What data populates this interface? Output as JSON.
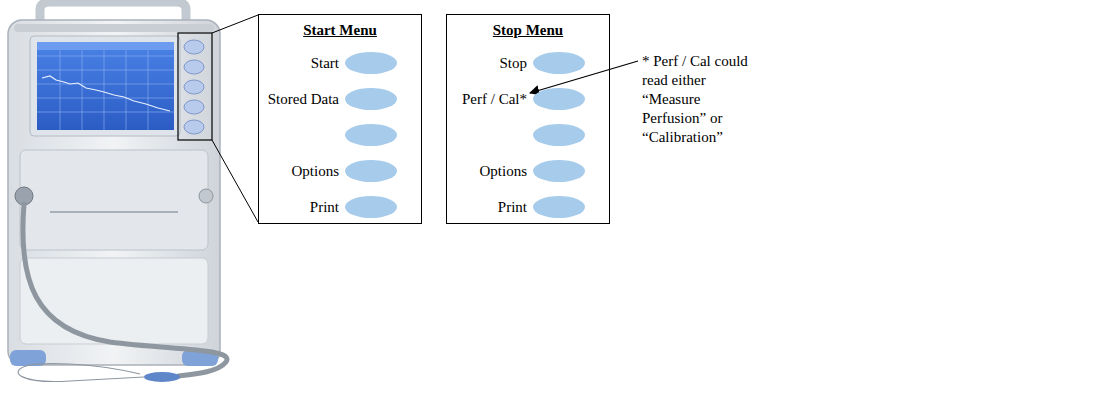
{
  "diagram": {
    "nodes": [
      {
        "text": [
          "Start Menu",
          "Start",
          "Stored Data",
          "Options",
          "Print"
        ]
      },
      {
        "text": [
          "Stop Menu",
          "Stop",
          "Perf / Cal*",
          "Options",
          "Print"
        ]
      }
    ],
    "labels": [
      "* Perf / Cal could read either “Measure Perfusion” or “Calibration”"
    ]
  }
}
